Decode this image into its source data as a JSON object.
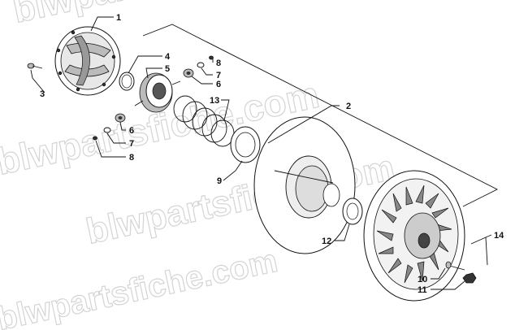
{
  "watermark": "blwpartsfiche.com",
  "callouts": [
    {
      "id": "c1",
      "text": "1"
    },
    {
      "id": "c2",
      "text": "2"
    },
    {
      "id": "c3",
      "text": "3"
    },
    {
      "id": "c4",
      "text": "4"
    },
    {
      "id": "c5",
      "text": "5"
    },
    {
      "id": "c6a",
      "text": "6"
    },
    {
      "id": "c6b",
      "text": "6"
    },
    {
      "id": "c7a",
      "text": "7"
    },
    {
      "id": "c7b",
      "text": "7"
    },
    {
      "id": "c8a",
      "text": "8"
    },
    {
      "id": "c8b",
      "text": "8"
    },
    {
      "id": "c9",
      "text": "9"
    },
    {
      "id": "c10",
      "text": "10"
    },
    {
      "id": "c11",
      "text": "11"
    },
    {
      "id": "c12",
      "text": "12"
    },
    {
      "id": "c13",
      "text": "13"
    },
    {
      "id": "c14",
      "text": "14"
    }
  ]
}
